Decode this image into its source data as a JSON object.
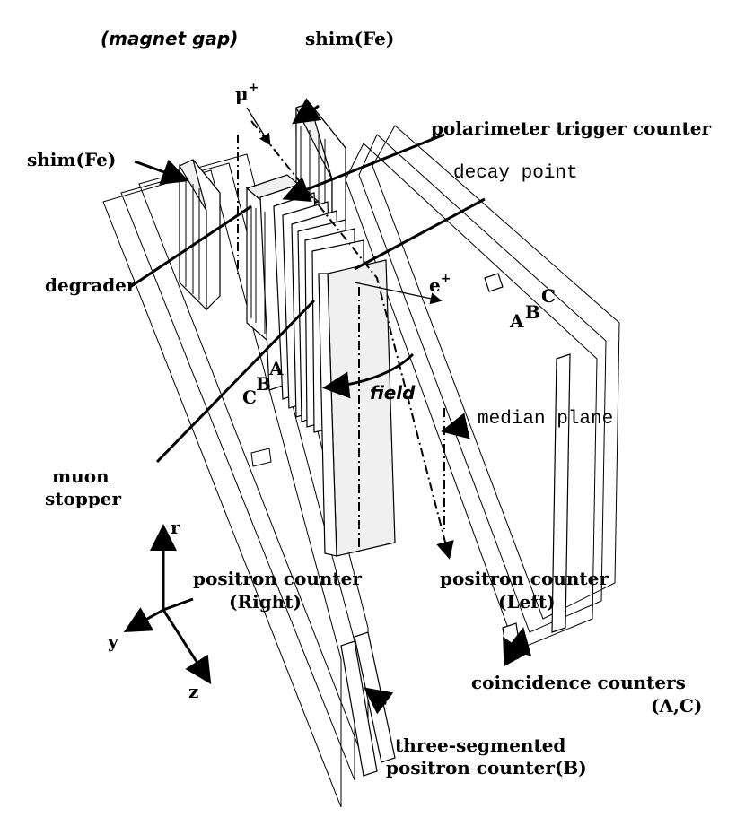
{
  "labels": {
    "magnet_gap": "(magnet gap)",
    "shim_top": "shim(Fe)",
    "shim_left": "shim(Fe)",
    "muon": "μ",
    "muon_sup": "+",
    "polarimeter": "polarimeter trigger counter",
    "decay_point": "decay point",
    "degrader": "degrader",
    "positron": "e",
    "positron_sup": "+",
    "abc_a": "A",
    "abc_b": "B",
    "abc_c": "C",
    "left_a": "A",
    "left_b": "B",
    "left_c": "C",
    "field": "field",
    "median_plane": "median plane",
    "muon_stopper_1": "muon",
    "muon_stopper_2": "stopper",
    "axis_r": "r",
    "axis_y": "y",
    "axis_z": "z",
    "pc_right_1": "positron counter",
    "pc_right_2": "(Right)",
    "pc_left_1": "positron counter",
    "pc_left_2": "(Left)",
    "coinc_1": "coincidence counters",
    "coinc_2": "(A,C)",
    "three_seg_1": "three-segmented",
    "three_seg_2": "positron counter(B)"
  }
}
